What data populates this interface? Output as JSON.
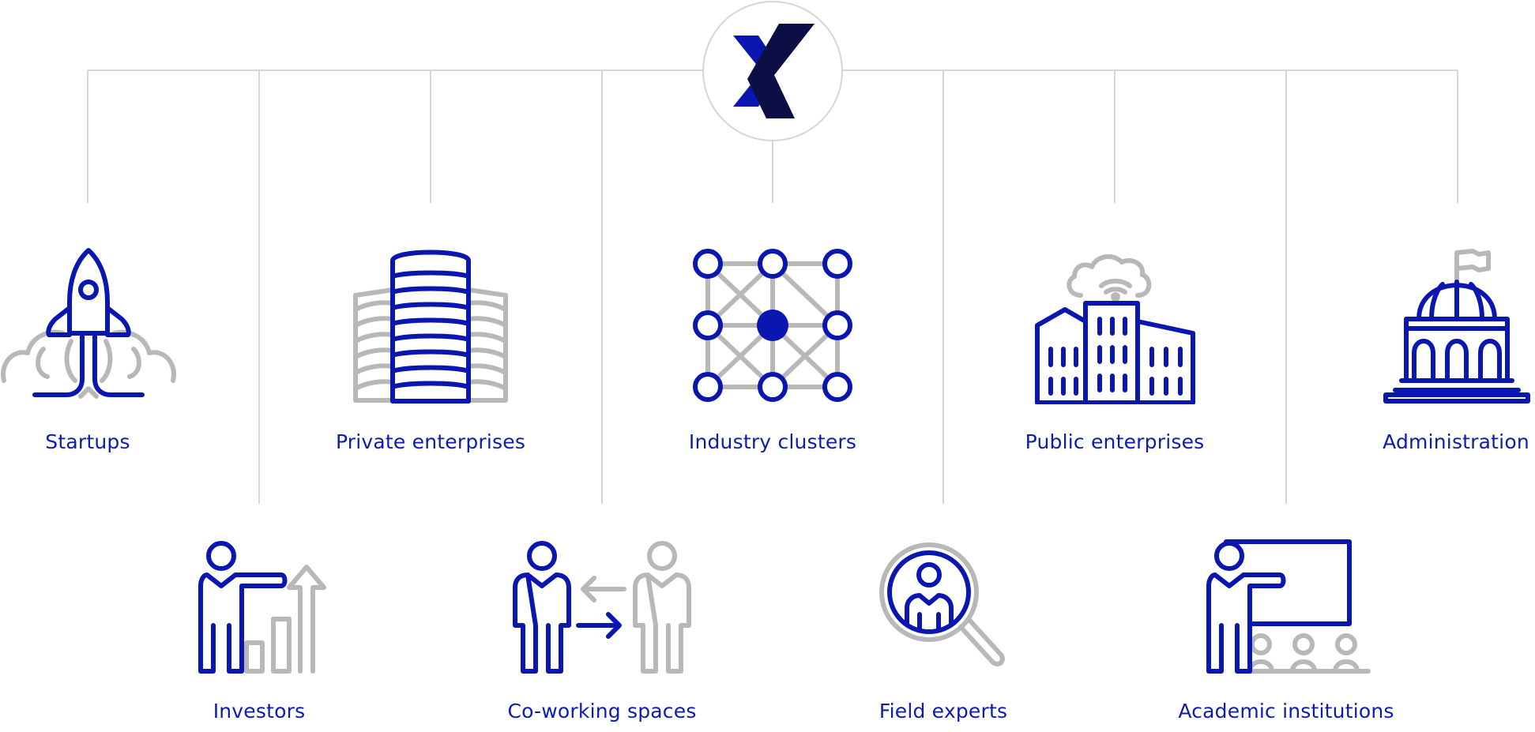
{
  "colors": {
    "accent": "#0a16b0",
    "secondary_icon": "#b8b8b8",
    "connector": "#d6d6d6",
    "logo_dark": "#0b0f45"
  },
  "logo": {
    "icon": "x-brand-logo-icon"
  },
  "nodes": [
    {
      "label": "Startups",
      "icon": "rocket-launch-icon"
    },
    {
      "label": "Private enterprises",
      "icon": "skyscraper-buildings-icon"
    },
    {
      "label": "Industry clusters",
      "icon": "network-grid-icon"
    },
    {
      "label": "Public enterprises",
      "icon": "cloud-connected-buildings-icon"
    },
    {
      "label": "Administration",
      "icon": "government-capitol-icon"
    },
    {
      "label": "Investors",
      "icon": "presenter-growth-chart-icon"
    },
    {
      "label": "Co-working spaces",
      "icon": "people-exchange-icon"
    },
    {
      "label": "Field experts",
      "icon": "magnifier-person-icon"
    },
    {
      "label": "Academic institutions",
      "icon": "teacher-classroom-icon"
    }
  ]
}
